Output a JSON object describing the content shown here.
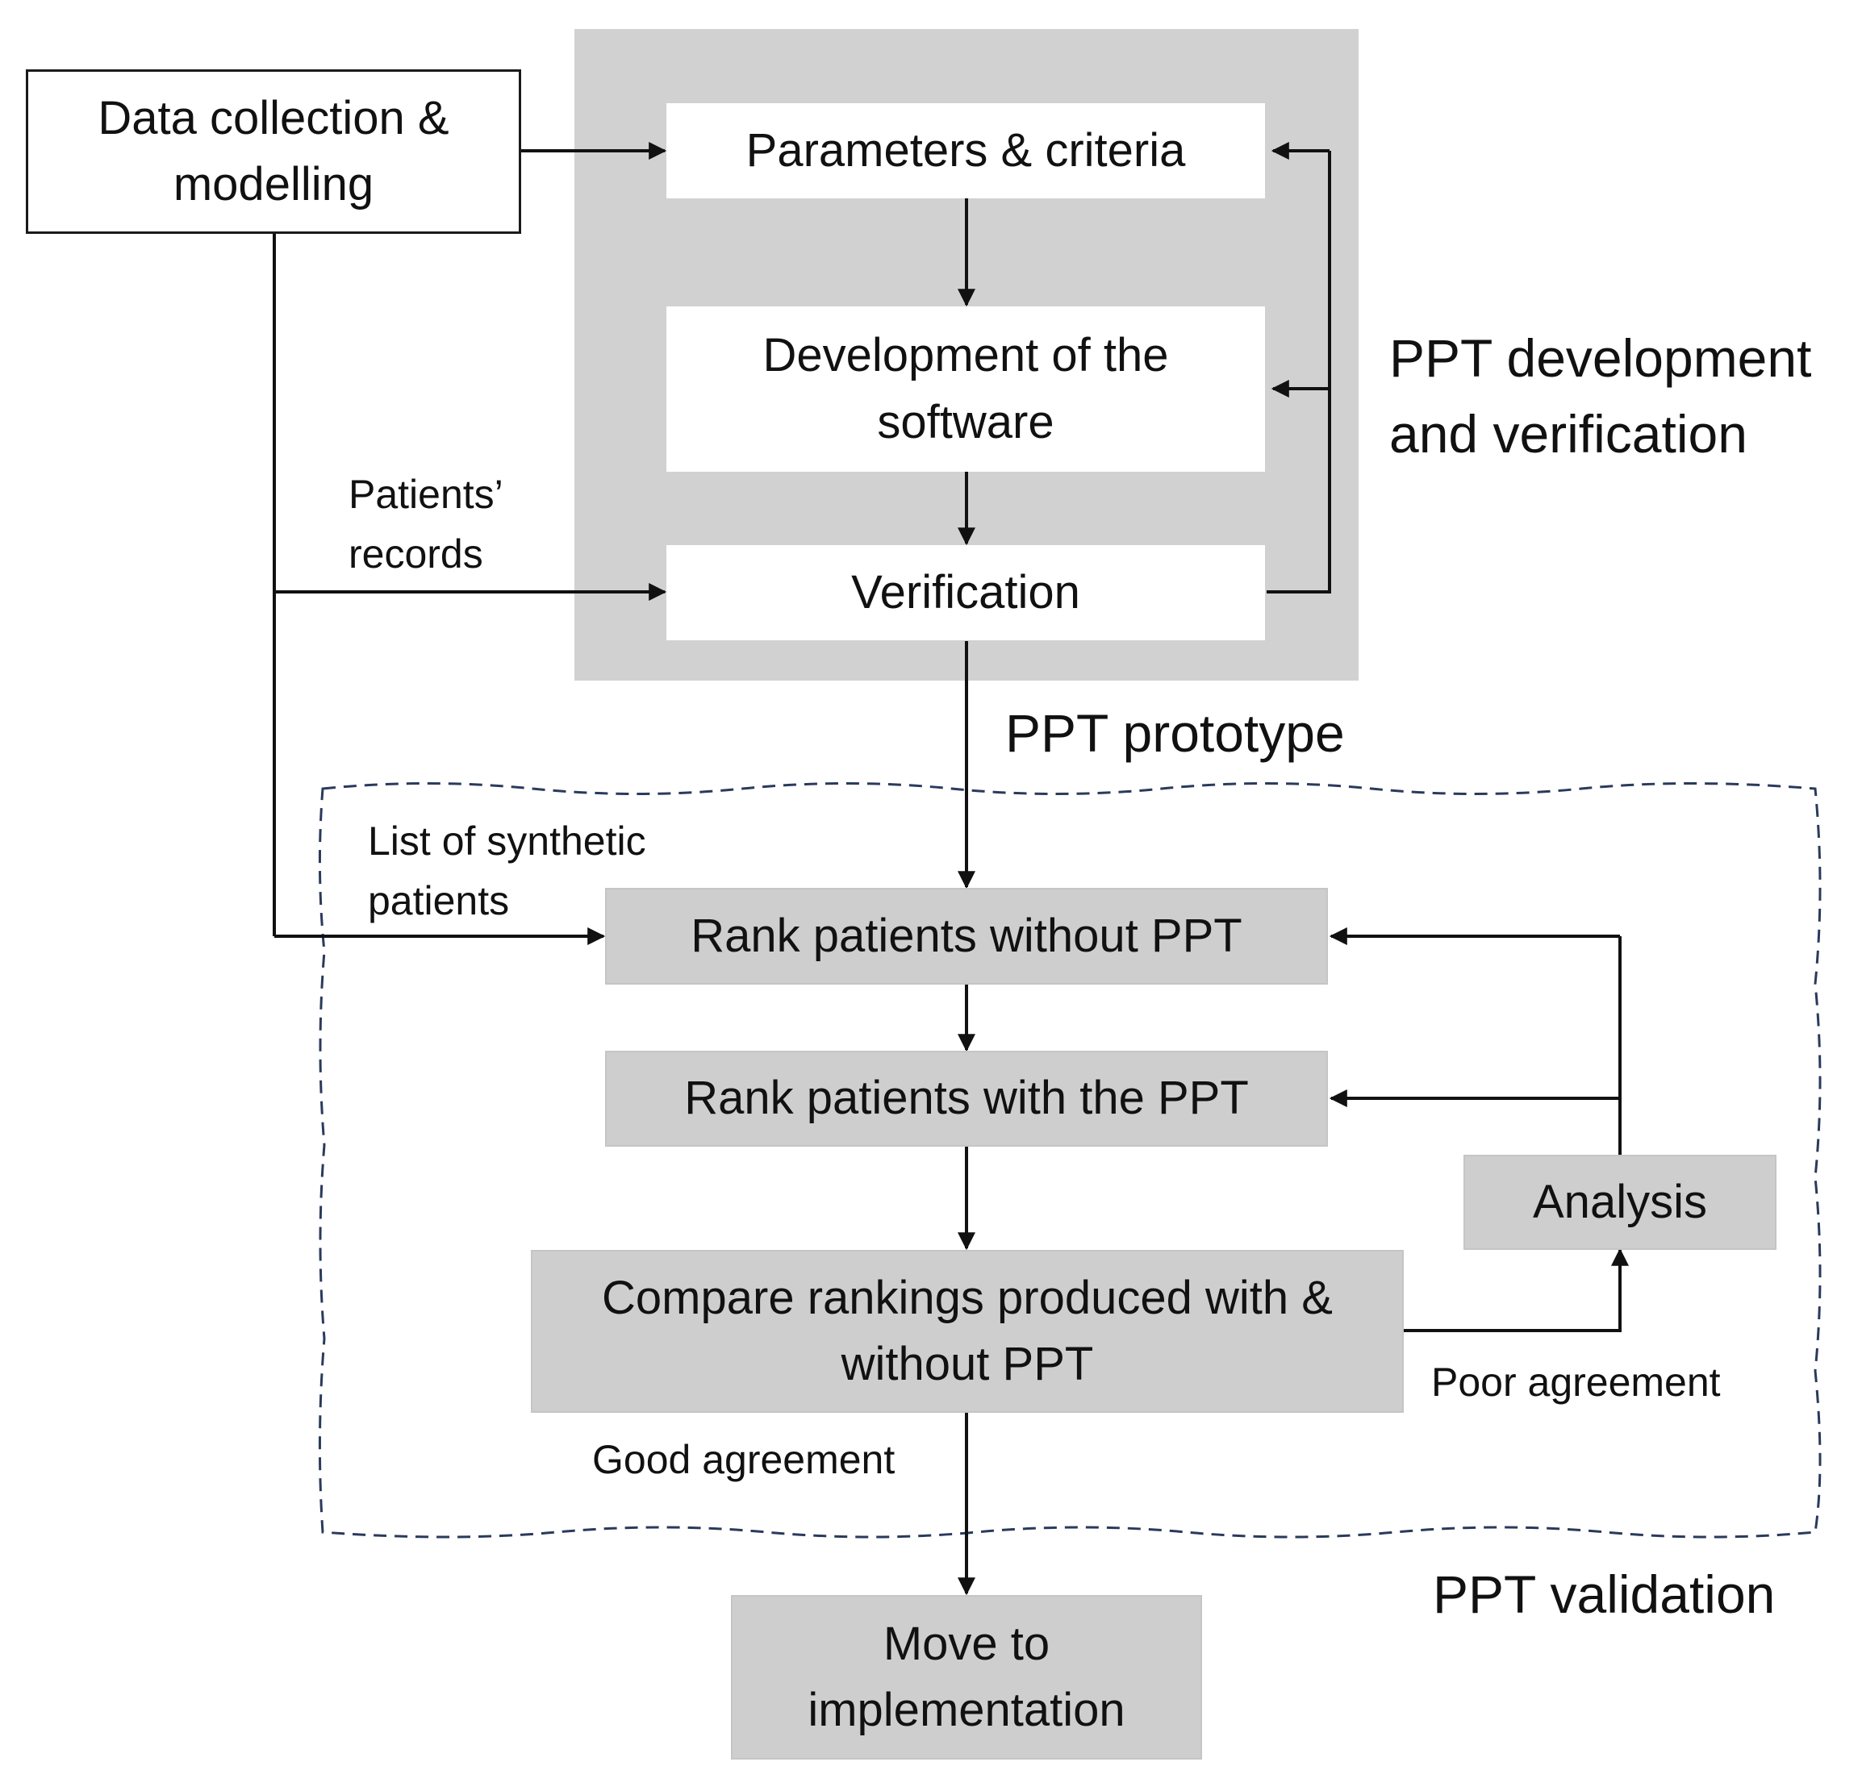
{
  "diagram": {
    "nodes": {
      "data_collection": "Data collection &\nmodelling",
      "parameters": "Parameters & criteria",
      "development": "Development of the\nsoftware",
      "verification": "Verification",
      "rank_without": "Rank patients without PPT",
      "rank_with": "Rank patients with the PPT",
      "compare": "Compare rankings produced with &\nwithout PPT",
      "analysis": "Analysis",
      "implementation": "Move to\nimplementation"
    },
    "edge_labels": {
      "patients_records": "Patients’\nrecords",
      "synthetic_patients": "List of synthetic\npatients",
      "good_agreement": "Good agreement",
      "poor_agreement": "Poor agreement"
    },
    "group_labels": {
      "development_group": "PPT development\nand verification",
      "prototype": "PPT prototype",
      "validation_group": "PPT validation"
    },
    "colors": {
      "panel": "#d2d1d2",
      "grey_box": "#cfcecf",
      "line": "#111111",
      "dashed_border": "#2a3a5c"
    }
  }
}
